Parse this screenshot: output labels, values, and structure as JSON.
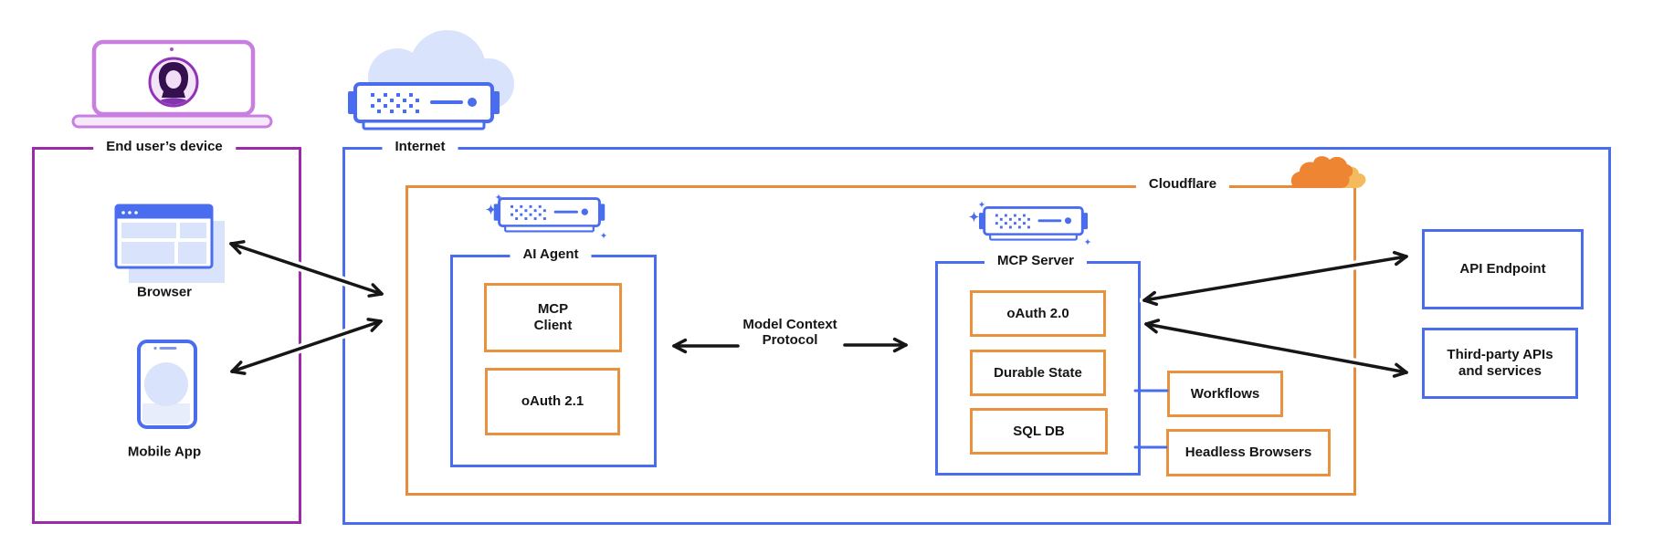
{
  "groups": {
    "device": {
      "label": "End user’s device"
    },
    "internet": {
      "label": "Internet"
    },
    "cloudflare": {
      "label": "Cloudflare"
    },
    "ai_agent": {
      "label": "AI Agent"
    },
    "mcp_server": {
      "label": "MCP Server"
    }
  },
  "nodes": {
    "browser": {
      "label": "Browser"
    },
    "mobile_app": {
      "label": "Mobile App"
    },
    "mcp_client": {
      "label": "MCP\nClient"
    },
    "oauth21": {
      "label": "oAuth 2.1"
    },
    "oauth20": {
      "label": "oAuth 2.0"
    },
    "durable_state": {
      "label": "Durable State"
    },
    "sql_db": {
      "label": "SQL DB"
    },
    "workflows": {
      "label": "Workflows"
    },
    "headless_browsers": {
      "label": "Headless Browsers"
    },
    "api_endpoint": {
      "label": "API Endpoint"
    },
    "third_party": {
      "label": "Third-party APIs and services"
    }
  },
  "connections": {
    "mcp_protocol": {
      "label": "Model Context Protocol"
    }
  },
  "colors": {
    "purple": "#9C2BAA",
    "blue": "#4A6CEE",
    "orange": "#E8913E",
    "cloudflare_orange": "#EE8532",
    "cloudflare_light_orange": "#F6BA5E",
    "light_blue_fill": "#D9E3FB",
    "text": "#151515",
    "arrow": "#161616"
  }
}
